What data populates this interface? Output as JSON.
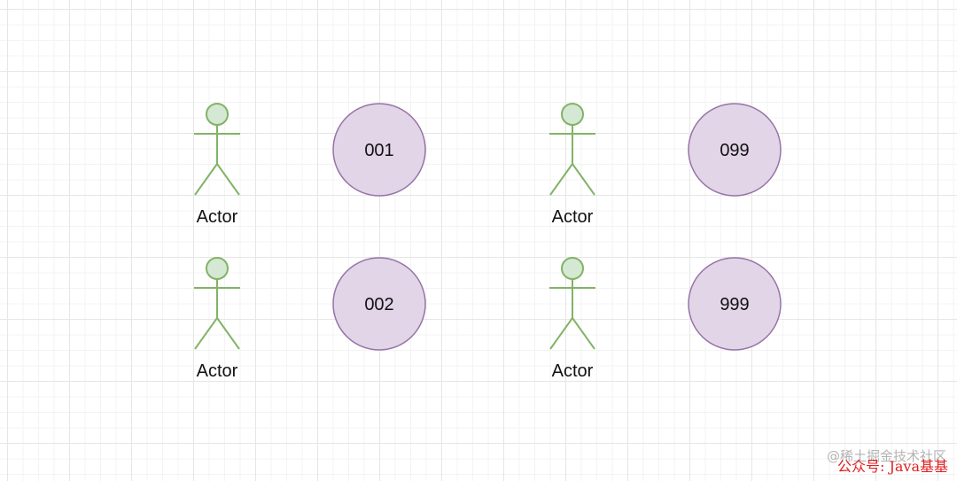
{
  "diagram": {
    "actors": [
      {
        "label": "Actor"
      },
      {
        "label": "Actor"
      },
      {
        "label": "Actor"
      },
      {
        "label": "Actor"
      }
    ],
    "nodes": [
      {
        "label": "001"
      },
      {
        "label": "002"
      },
      {
        "label": "099"
      },
      {
        "label": "999"
      }
    ]
  },
  "watermark": {
    "site": "@稀土掘金技术社区",
    "account": "公众号: Java基基"
  },
  "colors": {
    "actor_fill": "#d5e8d4",
    "actor_stroke": "#82b366",
    "node_fill": "#e1d5e7",
    "node_stroke": "#9673a6",
    "watermark": "#e02020"
  }
}
